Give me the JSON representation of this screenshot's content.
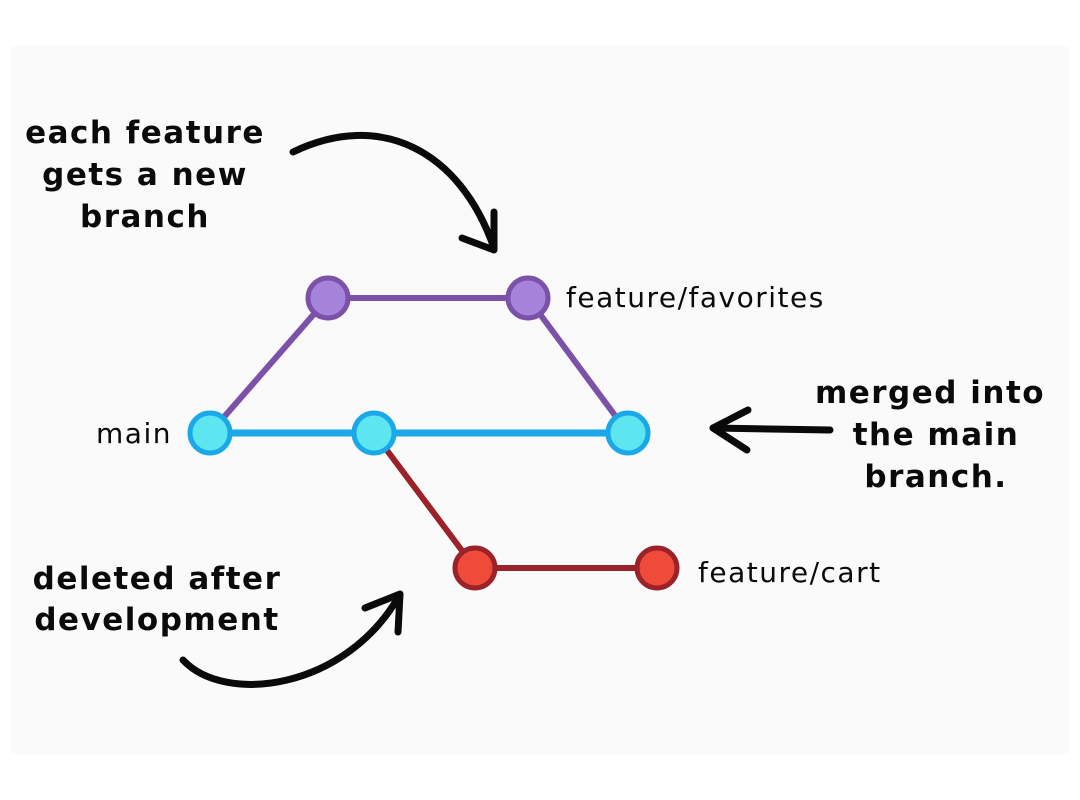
{
  "branches": {
    "main": {
      "label": "main",
      "line_color": "#1aa8e8",
      "node_fill": "#5ee6f0",
      "node_stroke": "#1aa8e8"
    },
    "favorites": {
      "label": "feature/favorites",
      "line_color": "#7b52a8",
      "node_fill": "#a784dc",
      "node_stroke": "#7b52a8"
    },
    "cart": {
      "label": "feature/cart",
      "line_color": "#9c2229",
      "node_fill": "#ef4a3a",
      "node_stroke": "#9c2229"
    }
  },
  "annotations": {
    "new_branch": [
      "each feature",
      "gets a new",
      "branch"
    ],
    "merged": [
      "merged into",
      "the main",
      "branch."
    ],
    "deleted": [
      "deleted after",
      "development"
    ]
  },
  "icons": {
    "arrow_new_branch": "curved-arrow-icon",
    "arrow_merged": "left-arrow-icon",
    "arrow_deleted": "curved-arrow-icon"
  }
}
